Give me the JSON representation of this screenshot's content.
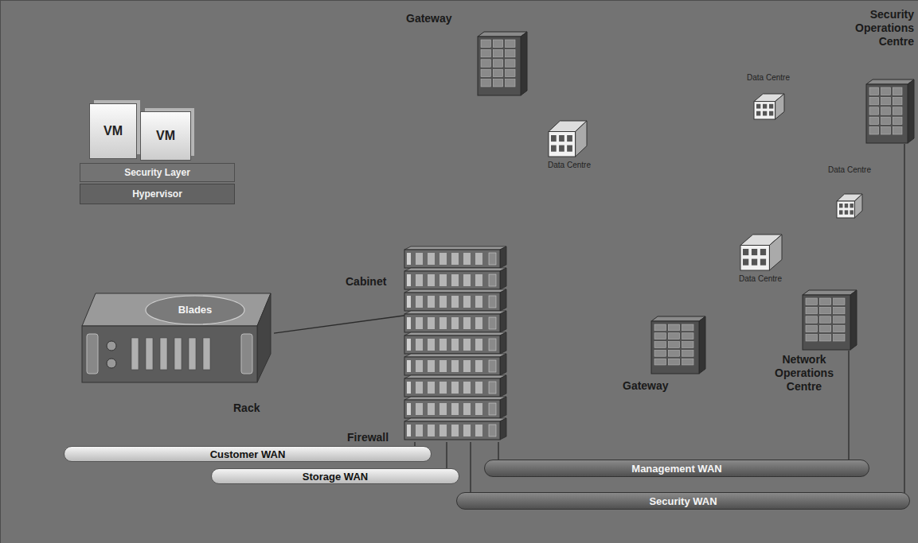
{
  "diagram": {
    "nodes": [
      {
        "text": [
          "Gateway"
        ]
      },
      {
        "text": [
          "Security Operations Centre"
        ]
      },
      {
        "text": [
          "Data Centre"
        ]
      },
      {
        "text": [
          "Data Centre"
        ]
      },
      {
        "text": [
          "Data Centre"
        ]
      },
      {
        "text": [
          "VM"
        ]
      },
      {
        "text": [
          "VM"
        ]
      },
      {
        "text": [
          "Security Layer"
        ]
      },
      {
        "text": [
          "Hypervisor"
        ]
      },
      {
        "text": [
          "Cabinet",
          "Firewall"
        ]
      },
      {
        "text": [
          "Data Centre"
        ]
      },
      {
        "text": [
          "Network Operations Centre"
        ]
      },
      {
        "text": [
          "Blades",
          "Rack"
        ]
      },
      {
        "text": [
          "Gateway"
        ]
      },
      {
        "text": [
          "Customer WAN"
        ]
      },
      {
        "text": [
          "Storage WAN"
        ]
      },
      {
        "text": [
          "Management WAN"
        ]
      },
      {
        "text": [
          "Security WAN"
        ]
      }
    ],
    "edges": [
      {
        "from": 12,
        "to": 9,
        "arrow": "none"
      },
      {
        "from": 9,
        "to": 14,
        "arrow": "none"
      },
      {
        "from": 9,
        "to": 15,
        "arrow": "none"
      },
      {
        "from": 9,
        "to": 16,
        "arrow": "none"
      },
      {
        "from": 9,
        "to": 17,
        "arrow": "none"
      },
      {
        "from": 16,
        "to": 11,
        "arrow": "none"
      },
      {
        "from": 17,
        "to": 1,
        "arrow": "none"
      }
    ]
  }
}
